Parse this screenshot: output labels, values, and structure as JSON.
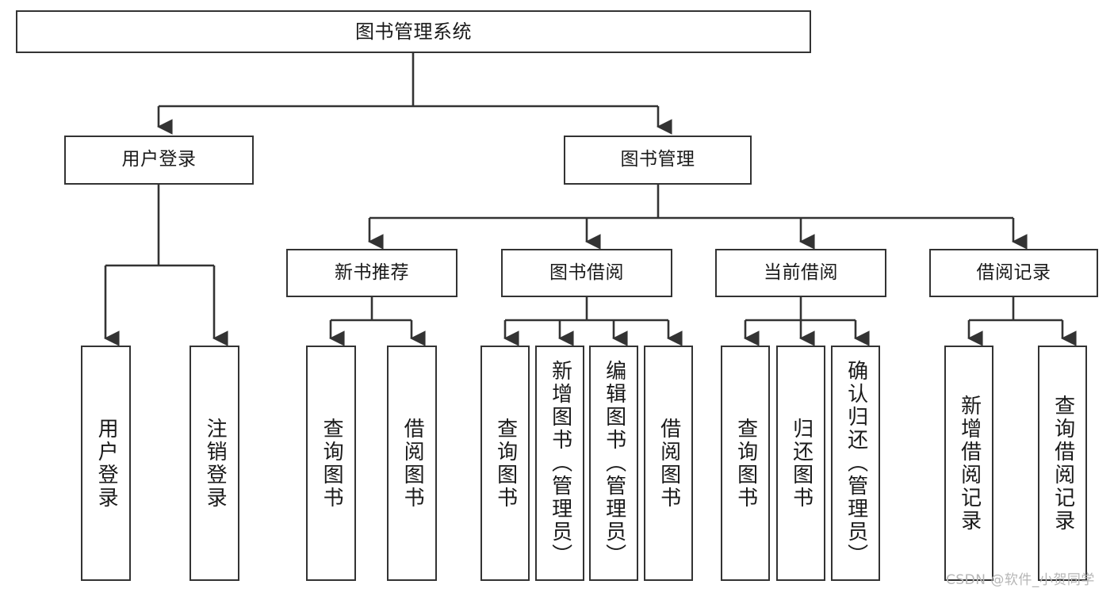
{
  "diagram": {
    "type": "tree-hierarchy",
    "title": "图书管理系统",
    "orientation": "top-down",
    "colors": {
      "box_border": "#333333",
      "box_fill": "#ffffff",
      "edge": "#333333",
      "text": "#1a1a1a",
      "watermark": "#b6b6b6",
      "background": "#ffffff"
    },
    "nodes": {
      "root": {
        "label": "图书管理系统"
      },
      "level2": [
        {
          "id": "user-login",
          "label": "用户登录"
        },
        {
          "id": "book-manage",
          "label": "图书管理"
        }
      ],
      "level3": [
        {
          "id": "new-book-recommend",
          "label": "新书推荐"
        },
        {
          "id": "book-borrow",
          "label": "图书借阅"
        },
        {
          "id": "current-borrow",
          "label": "当前借阅"
        },
        {
          "id": "borrow-record",
          "label": "借阅记录"
        }
      ],
      "leaves": [
        {
          "id": "leaf-user-login",
          "label": "用户登录",
          "parent": "user-login"
        },
        {
          "id": "leaf-logout-login",
          "label": "注销登录",
          "parent": "user-login"
        },
        {
          "id": "leaf-query-book-1",
          "label": "查询图书",
          "parent": "new-book-recommend"
        },
        {
          "id": "leaf-borrow-book-1",
          "label": "借阅图书",
          "parent": "new-book-recommend"
        },
        {
          "id": "leaf-query-book-2",
          "label": "查询图书",
          "parent": "book-borrow"
        },
        {
          "id": "leaf-add-book",
          "label": "新增图书（管理员）",
          "parent": "book-borrow"
        },
        {
          "id": "leaf-edit-book",
          "label": "编辑图书（管理员）",
          "parent": "book-borrow"
        },
        {
          "id": "leaf-borrow-book-2",
          "label": "借阅图书",
          "parent": "book-borrow"
        },
        {
          "id": "leaf-query-book-3",
          "label": "查询图书",
          "parent": "current-borrow"
        },
        {
          "id": "leaf-return-book",
          "label": "归还图书",
          "parent": "current-borrow"
        },
        {
          "id": "leaf-confirm-return",
          "label": "确认归还（管理员）",
          "parent": "current-borrow"
        },
        {
          "id": "leaf-add-record",
          "label": "新增借阅记录",
          "parent": "borrow-record"
        },
        {
          "id": "leaf-query-record",
          "label": "查询借阅记录",
          "parent": "borrow-record"
        }
      ]
    }
  },
  "watermark": {
    "text": "CSDN @软件_小贺同学"
  }
}
